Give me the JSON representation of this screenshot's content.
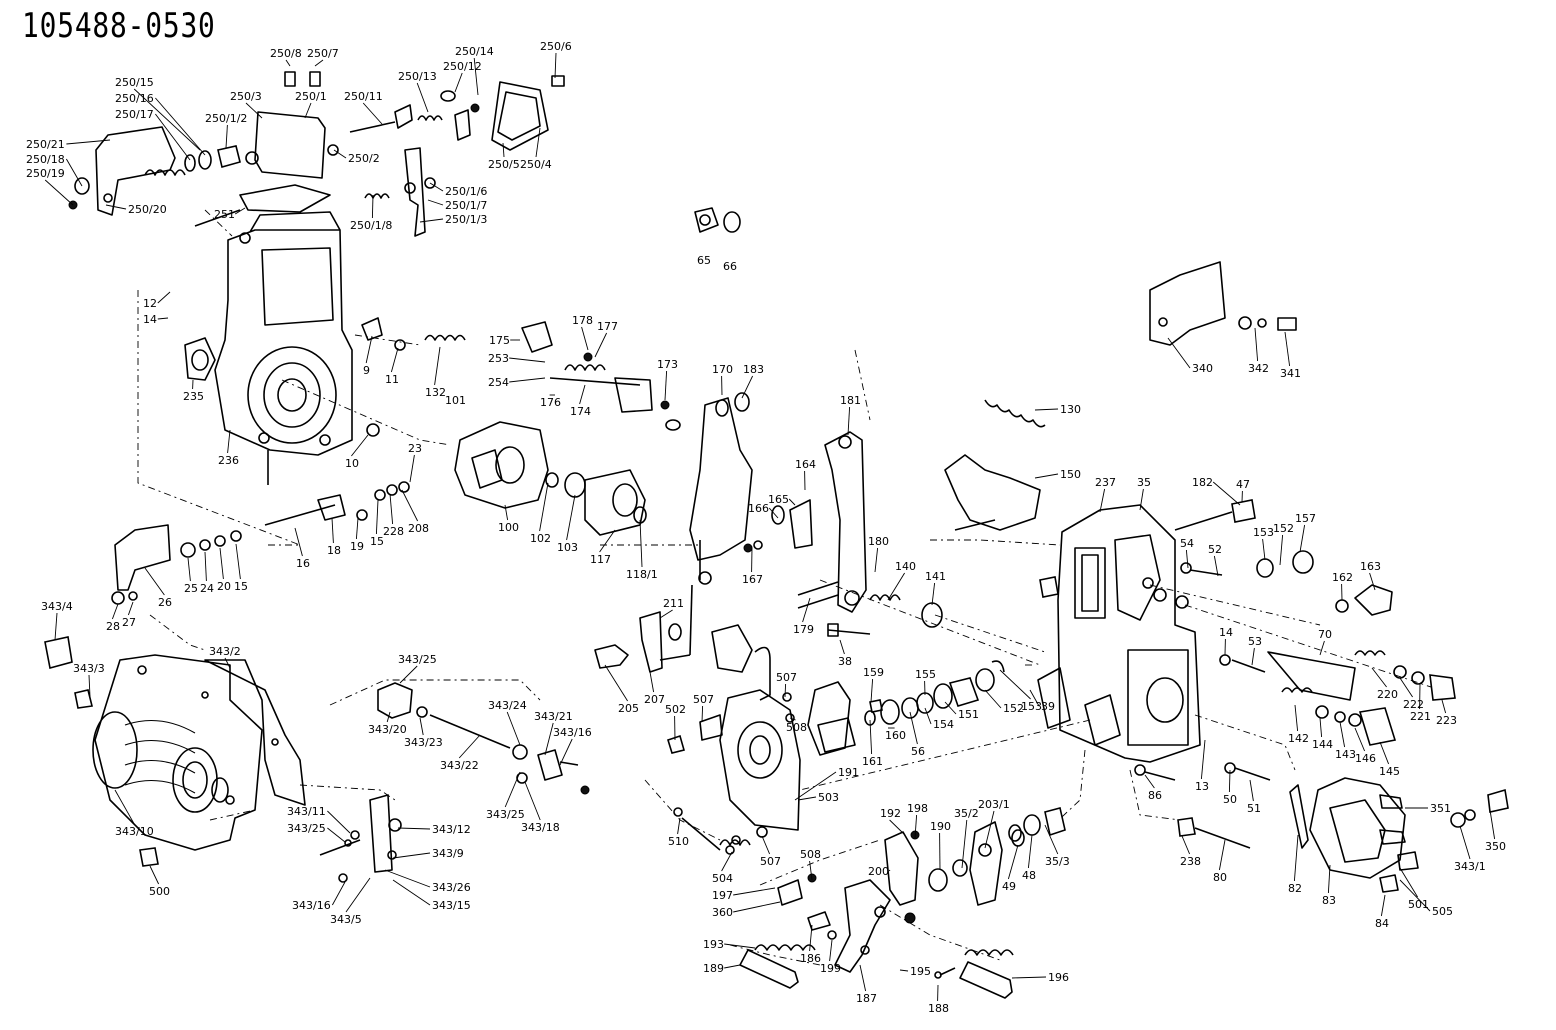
{
  "title": "105488-0530",
  "labels": [
    "250/8",
    "250/7",
    "250/14",
    "250/6",
    "250/12",
    "250/15",
    "250/13",
    "250/16",
    "250/3",
    "250/1",
    "250/11",
    "250/17",
    "250/1/2",
    "250/21",
    "250/18",
    "250/19",
    "250/2",
    "250/5",
    "250/4",
    "250/1/6",
    "250/1/7",
    "250/1/3",
    "250/20",
    "251",
    "250/1/8",
    "65",
    "66",
    "12",
    "14",
    "235",
    "236",
    "9",
    "11",
    "132",
    "175",
    "178",
    "177",
    "253",
    "254",
    "176",
    "174",
    "173",
    "170",
    "183",
    "101",
    "10",
    "23",
    "340",
    "342",
    "341",
    "181",
    "130",
    "164",
    "165",
    "166",
    "167",
    "180",
    "150",
    "237",
    "35",
    "182",
    "47",
    "54",
    "52",
    "153",
    "152",
    "157",
    "163",
    "162",
    "16",
    "18",
    "19",
    "15",
    "228",
    "208",
    "100",
    "102",
    "103",
    "117",
    "118/1",
    "179",
    "140",
    "141",
    "38",
    "70",
    "14",
    "53",
    "220",
    "222",
    "221",
    "223",
    "26",
    "25",
    "24",
    "20",
    "15",
    "28",
    "27",
    "211",
    "205",
    "207",
    "159",
    "155",
    "142",
    "144",
    "143",
    "146",
    "145",
    "343/4",
    "343/2",
    "343/25",
    "343/3",
    "343/20",
    "343/23",
    "343/24",
    "343/21",
    "343/16",
    "343/22",
    "343/25",
    "343/18",
    "507",
    "502",
    "507",
    "508",
    "191",
    "160",
    "161",
    "56",
    "154",
    "151",
    "152",
    "153",
    "39",
    "13",
    "50",
    "51",
    "86",
    "351",
    "350",
    "343/1",
    "343/10",
    "343/11",
    "343/12",
    "343/25",
    "343/9",
    "343/26",
    "343/15",
    "343/16",
    "343/5",
    "500",
    "503",
    "510",
    "507",
    "508",
    "192",
    "198",
    "190",
    "35/2",
    "203/1",
    "35/3",
    "49",
    "48",
    "238",
    "80",
    "82",
    "83",
    "84",
    "501",
    "505",
    "504",
    "197",
    "360",
    "200",
    "186",
    "199",
    "195",
    "196",
    "193",
    "189",
    "187",
    "188"
  ],
  "icons": [
    "solenoid-icon",
    "cam-plate-icon",
    "governor-weight-icon",
    "lever-icon",
    "spring-icon",
    "cover-plate-icon",
    "bracket-icon",
    "screw-icon",
    "nut-icon",
    "washer-icon"
  ]
}
